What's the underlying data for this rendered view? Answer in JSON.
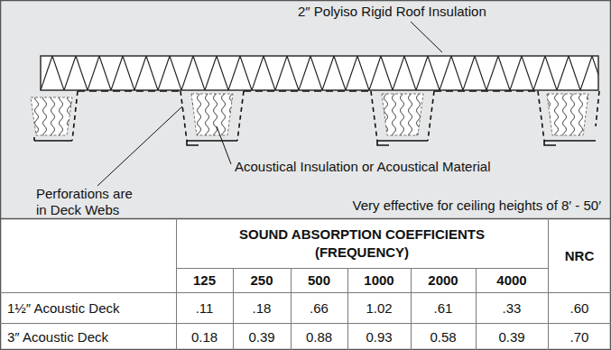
{
  "diagram": {
    "labels": [
      "2″ Polyiso Rigid Roof Insulation",
      "Acoustical Insulation or Acoustical Material",
      "Perforations are in Deck Webs",
      "Very effective for ceiling heights of 8′ - 50′",
      "SOUND ABSORPTION COEFFICIENTS (FREQUENCY)",
      "NRC",
      "125",
      "250",
      "500",
      "1000",
      "2000",
      "4000",
      "1½″ Acoustic Deck",
      ".11",
      ".18",
      ".66",
      "1.02",
      ".61",
      ".33",
      ".60",
      "3″ Acoustic Deck",
      "0.18",
      "0.39",
      "0.88",
      "0.93",
      "0.58",
      "0.39",
      ".70"
    ]
  }
}
